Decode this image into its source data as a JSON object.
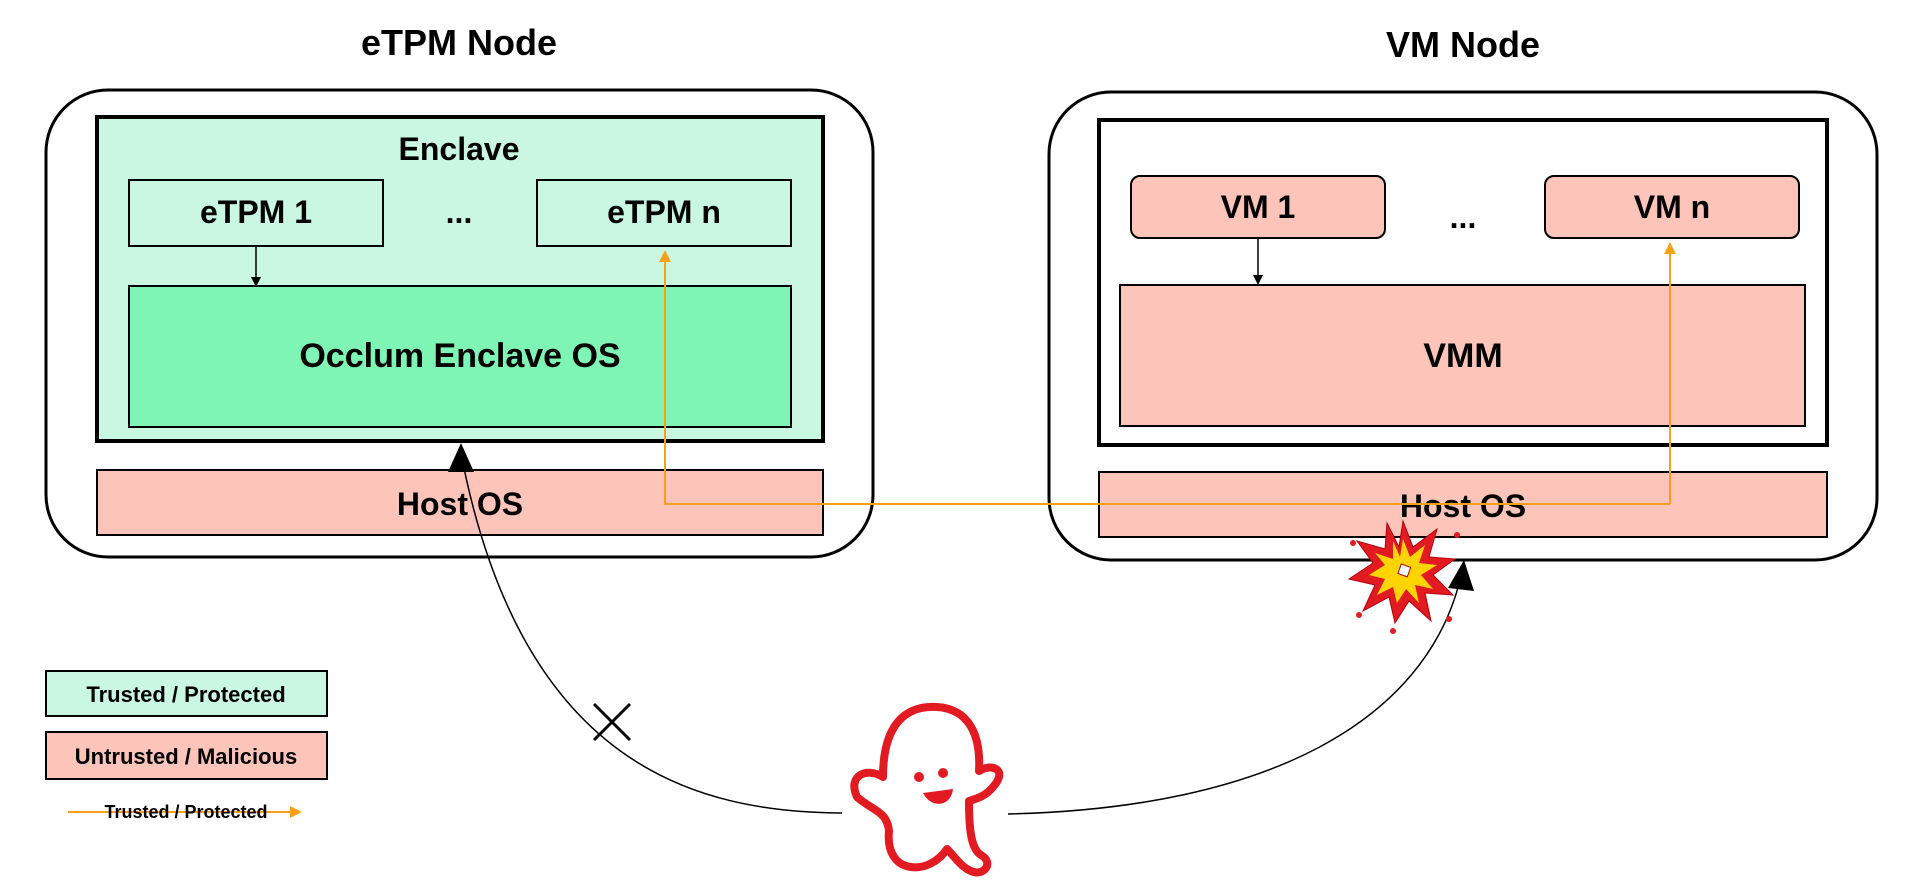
{
  "colors": {
    "trusted": "#c9f7e2",
    "trusted_strong": "#7ef5b5",
    "untrusted": "#fdc4b9",
    "protected_arrow": "#f7a11a",
    "outline": "#000000",
    "ghost": "#e21b23",
    "explosion_outer": "#e21b23",
    "explosion_inner": "#ffd400"
  },
  "etpm_node": {
    "title": "eTPM Node",
    "enclave_label": "Enclave",
    "etpm_first": "eTPM 1",
    "ellipsis": "...",
    "etpm_last": "eTPM n",
    "enclave_os": "Occlum Enclave OS",
    "host_os": "Host OS"
  },
  "vm_node": {
    "title": "VM Node",
    "vm_first": "VM 1",
    "ellipsis": "...",
    "vm_last": "VM n",
    "vmm": "VMM",
    "host_os": "Host OS"
  },
  "legend": {
    "trusted_box": "Trusted / Protected",
    "untrusted_box": "Untrusted / Malicious",
    "trusted_arrow": "Trusted / Protected"
  },
  "icons": {
    "attacker": "ghost-icon",
    "blocked": "cross-mark-icon",
    "compromise": "explosion-icon"
  }
}
